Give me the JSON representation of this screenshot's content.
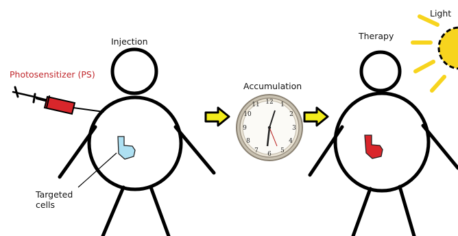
{
  "labels": {
    "injection": "Injection",
    "photosensitizer": "Photosensitizer (PS)",
    "accumulation": "Accumulation",
    "therapy": "Therapy",
    "light": "Light",
    "targeted_line1": "Targeted",
    "targeted_line2": "cells"
  },
  "colors": {
    "photosensitizer_text": "#c0262b",
    "syringe_fluid": "#d9262b",
    "targeted_cell_untreated": "#aee0f2",
    "targeted_cell_treated": "#d9262b",
    "arrow_fill": "#f2ec1b",
    "sun_fill": "#f7d41e",
    "outline": "#000000"
  },
  "icons": {
    "syringe": "syringe-icon",
    "clock": "clock-icon",
    "sun": "sun-icon",
    "arrow": "right-arrow-icon"
  }
}
